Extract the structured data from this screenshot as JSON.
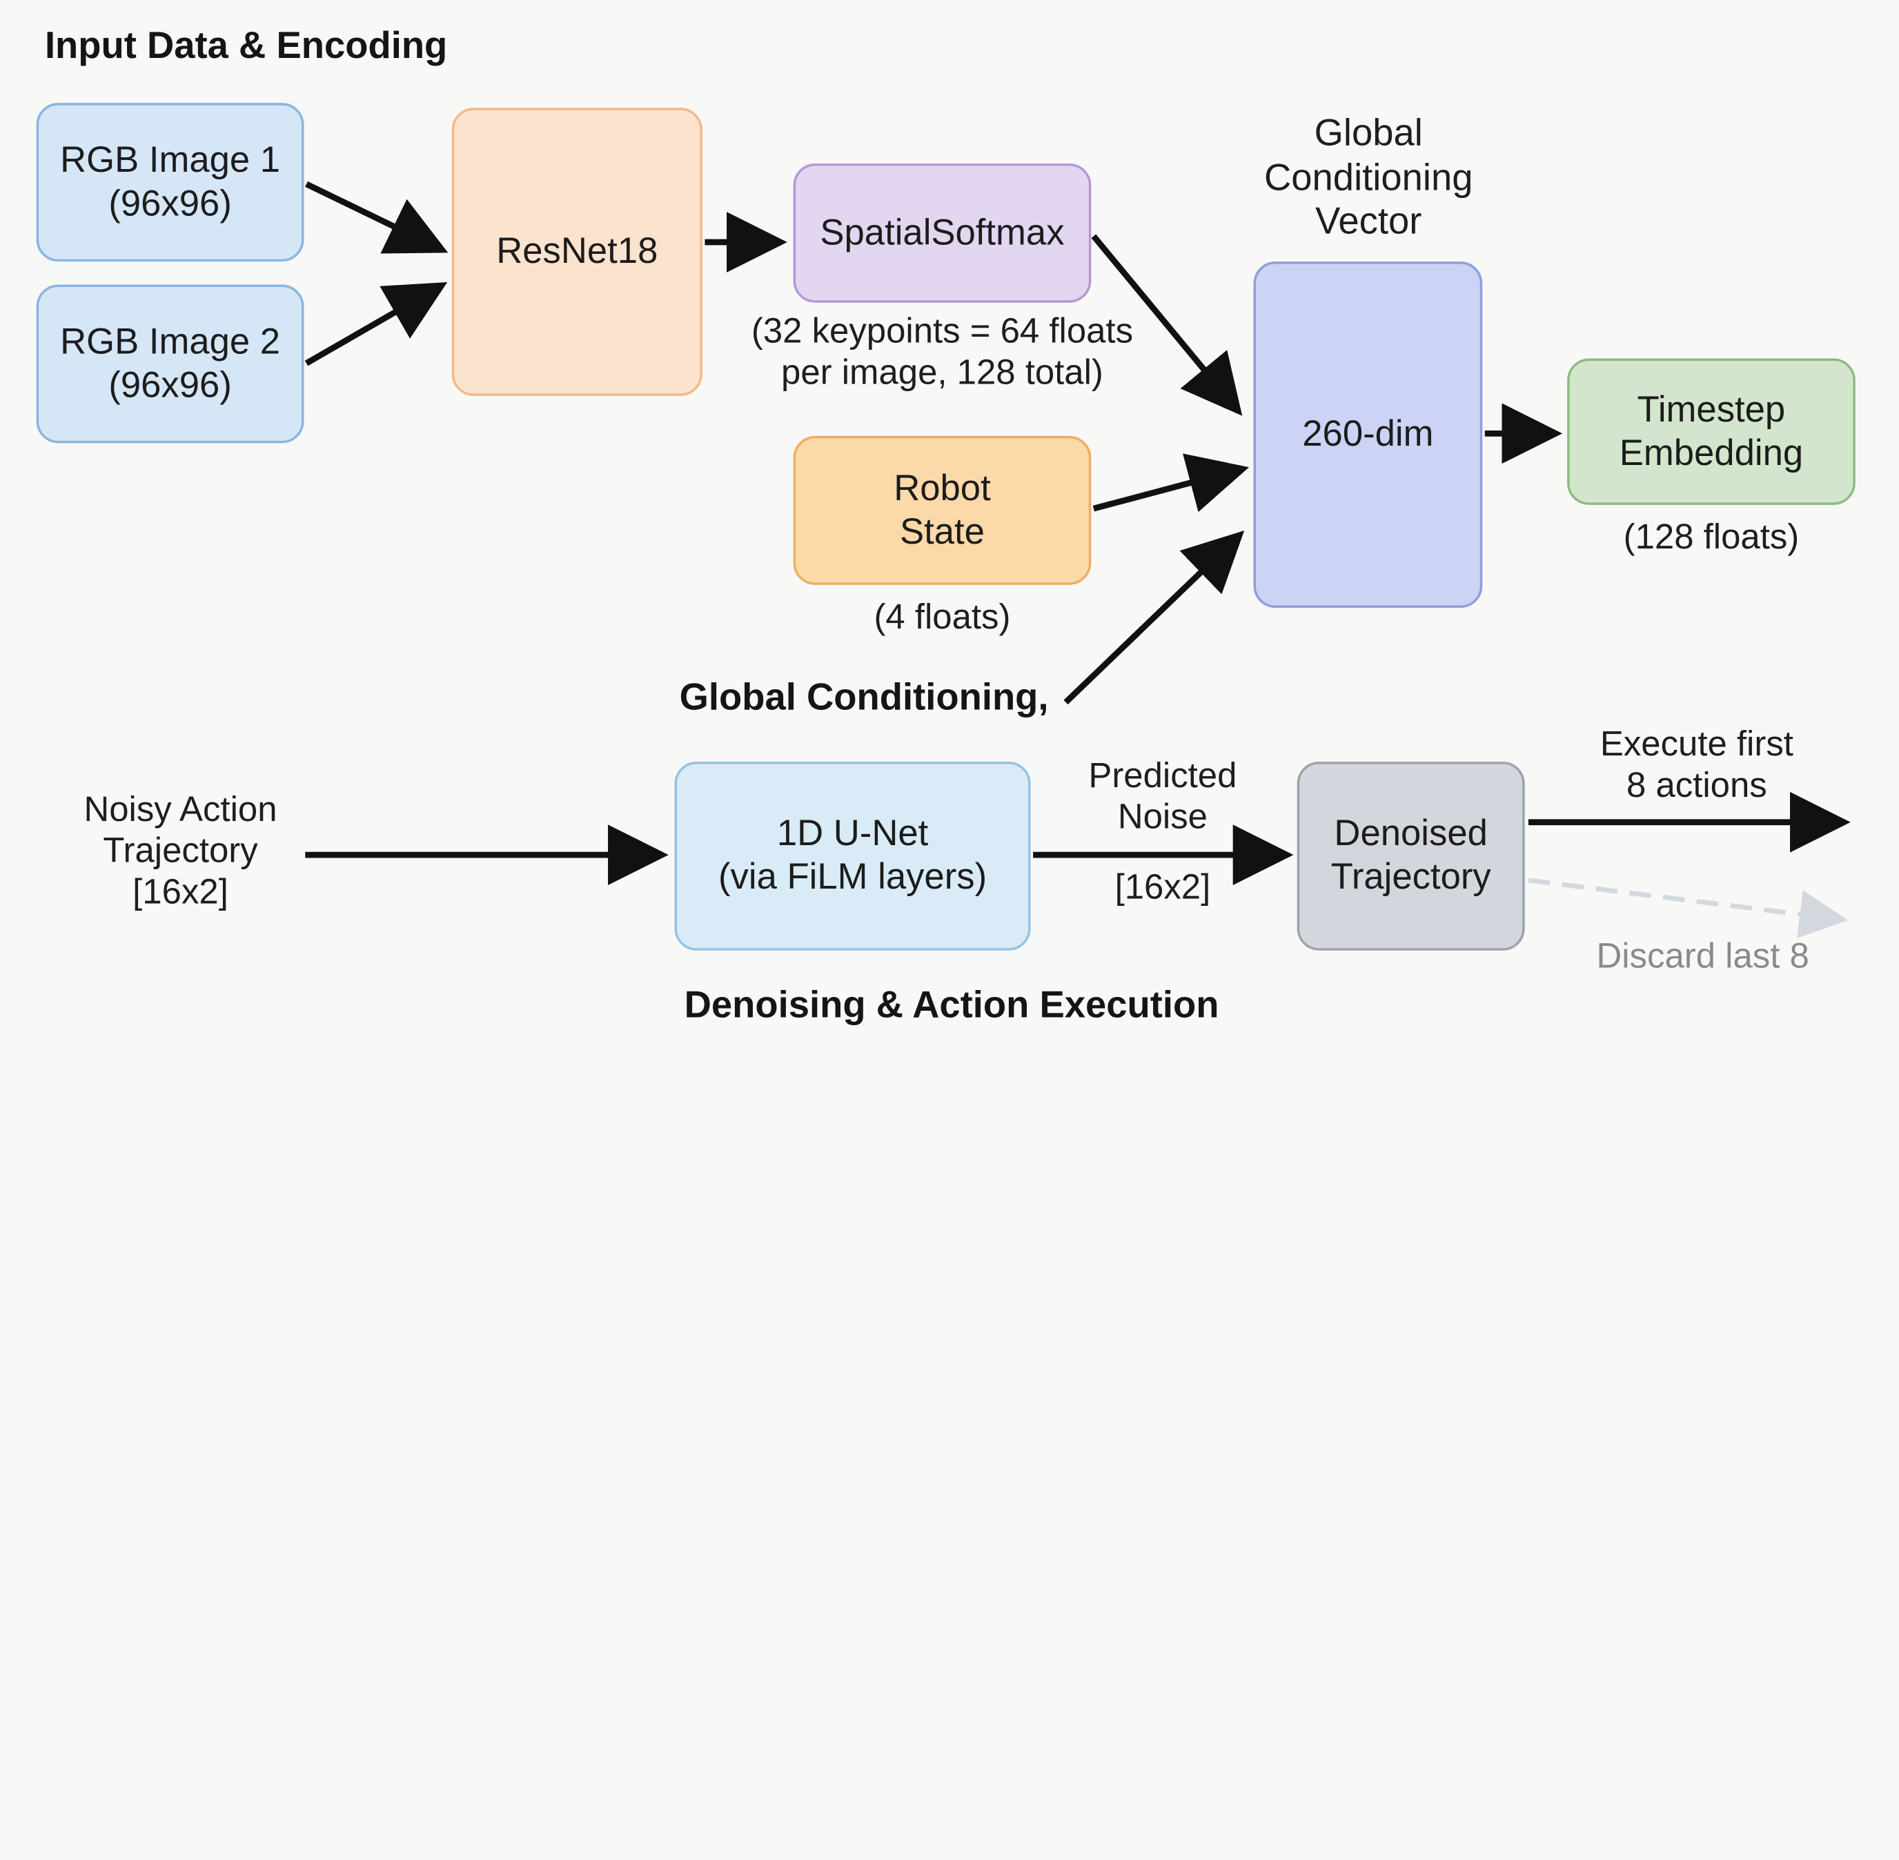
{
  "sections": {
    "input": "Input Data & Encoding",
    "global": "Global Conditioning,",
    "denoise": "Denoising & Action Execution"
  },
  "nodes": {
    "rgb1": "RGB Image 1\n(96x96)",
    "rgb2": "RGB Image 2\n(96x96)",
    "resnet": "ResNet18",
    "spatial": "SpatialSoftmax",
    "robot": "Robot\nState",
    "global_vec": "260-dim",
    "timestep": "Timestep\nEmbedding",
    "unet": "1D U-Net\n(via FiLM layers)",
    "denoised": "Denoised\nTrajectory"
  },
  "labels": {
    "spatial_note": "(32 keypoints = 64 floats\nper image, 128 total)",
    "robot_note": "(4 floats)",
    "global_title": "Global\nConditioning\nVector",
    "timestep_note": "(128 floats)",
    "noisy": "Noisy Action\nTrajectory\n[16x2]",
    "predicted": "Predicted\nNoise",
    "predicted_dim": "[16x2]",
    "execute": "Execute first\n8 actions",
    "discard": "Discard last 8"
  },
  "colors": {
    "image_boxes": "#d5e6f7",
    "resnet": "#fbe3cd",
    "spatial": "#e3d6f0",
    "robot": "#fbd9a8",
    "global_vec": "#ccd3f4",
    "timestep": "#d3e5cc",
    "unet": "#d9ebf6",
    "denoised": "#d3d6dc",
    "arrow": "#111111",
    "discard_arrow": "#c9ced6"
  }
}
